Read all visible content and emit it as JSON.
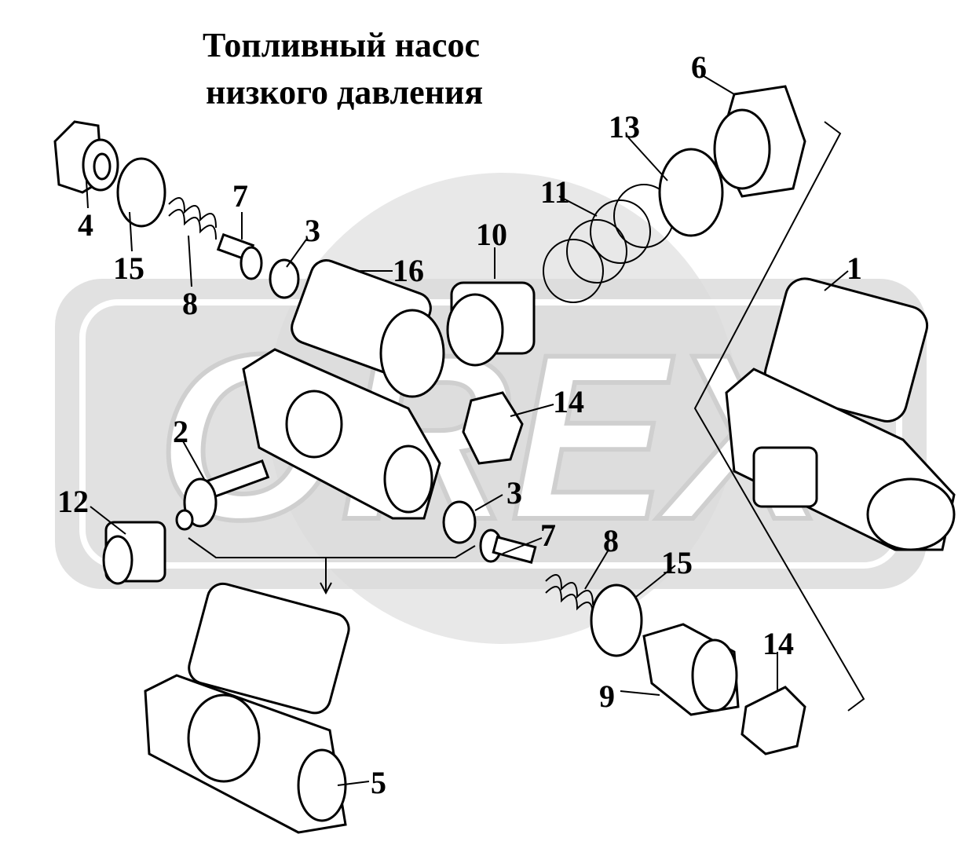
{
  "title": {
    "line1": "Топливный насос",
    "line2": "низкого давления"
  },
  "watermark": "OREX",
  "callouts": [
    "6",
    "13",
    "11",
    "4",
    "7",
    "3",
    "10",
    "15",
    "16",
    "1",
    "8",
    "14",
    "2",
    "3",
    "12",
    "7",
    "8",
    "15",
    "14",
    "9",
    "5"
  ]
}
